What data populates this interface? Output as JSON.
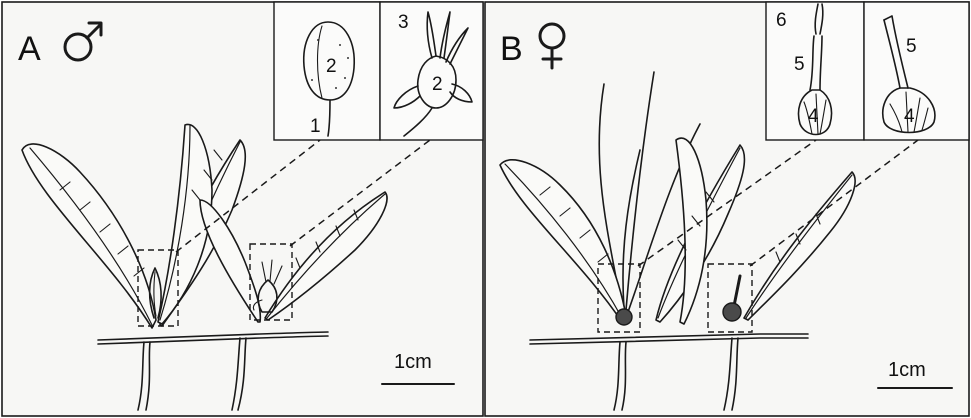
{
  "panels": [
    {
      "letter": "A",
      "sex_symbol": "male-symbol-icon",
      "scale_label": "1cm",
      "inset_labels": [
        "1",
        "2",
        "3",
        "2"
      ]
    },
    {
      "letter": "B",
      "sex_symbol": "female-symbol-icon",
      "scale_label": "1cm",
      "inset_labels": [
        "6",
        "5",
        "4",
        "5",
        "4"
      ]
    }
  ],
  "colors": {
    "ink": "#1a1a1a",
    "paper": "#f7f7f5",
    "fill_dark": "#4a4a4a"
  }
}
